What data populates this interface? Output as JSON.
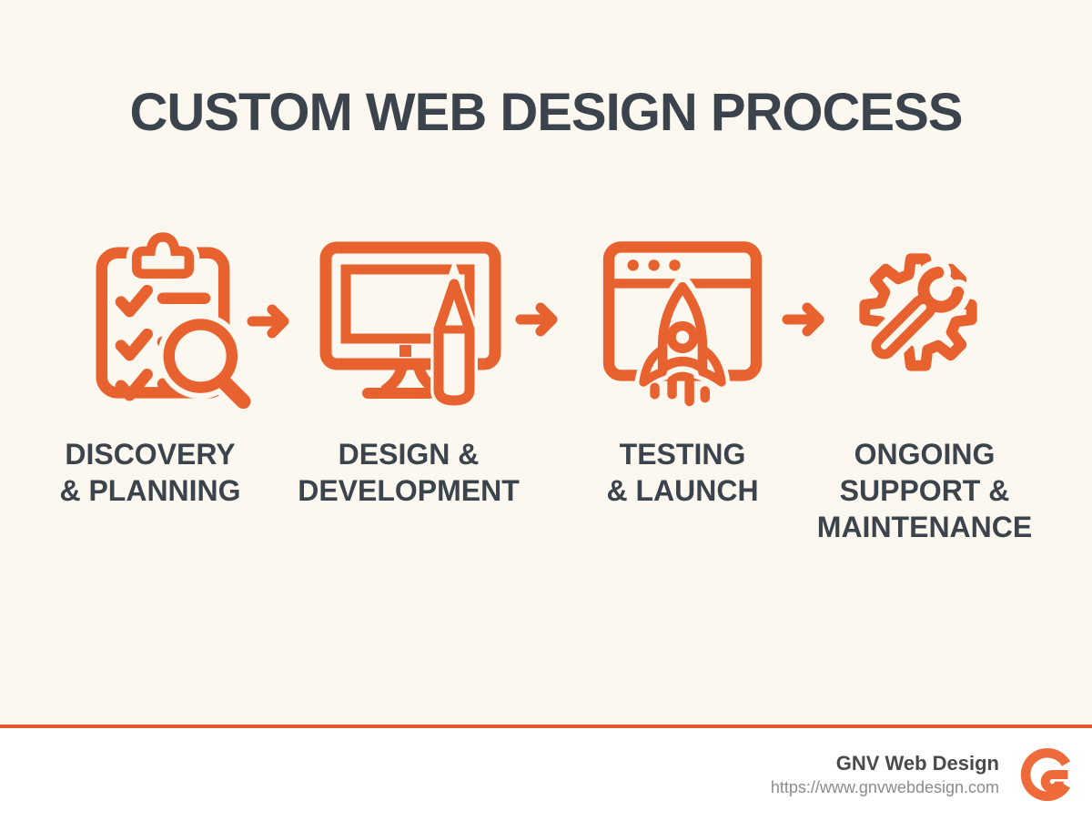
{
  "title": "CUSTOM WEB DESIGN PROCESS",
  "steps": [
    {
      "name": "Discovery & Planning",
      "icon": "clipboard-checklist-search-icon",
      "lines": [
        "DISCOVERY",
        "& PLANNING"
      ]
    },
    {
      "name": "Design & Development",
      "icon": "monitor-pencil-icon",
      "lines": [
        "DESIGN &",
        "DEVELOPMENT"
      ]
    },
    {
      "name": "Testing & Launch",
      "icon": "browser-rocket-icon",
      "lines": [
        "TESTING",
        "& LAUNCH"
      ]
    },
    {
      "name": "Ongoing Support & Maintenance",
      "icon": "gear-wrench-icon",
      "lines": [
        "ONGOING",
        "SUPPORT &",
        "MAINTENANCE"
      ]
    }
  ],
  "connectors": {
    "icon": "arrow-right-icon",
    "count": 3
  },
  "footer": {
    "brand": "GNV Web Design",
    "url": "https://www.gnvwebdesign.com",
    "logo": "gnv-logo-icon"
  },
  "colors": {
    "accent": "#E8622F",
    "background": "#FCF7EF",
    "heading_text": "#3B444D",
    "divider": "#E4572E",
    "footer_background": "#FFFFFF",
    "brand_text": "#4A4A4A",
    "url_text": "#8C8C8C",
    "logo_orange": "#EF6A3A"
  }
}
